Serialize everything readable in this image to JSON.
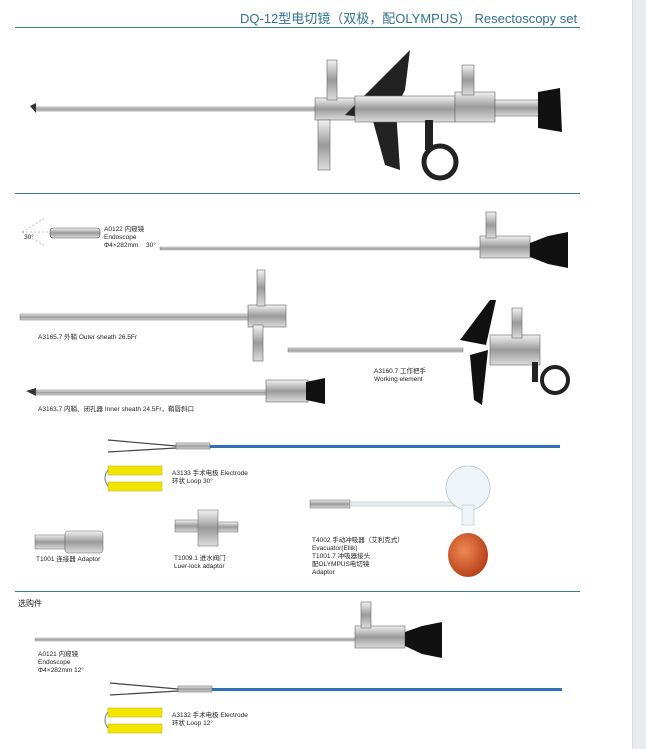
{
  "header": {
    "title": "DQ-12型电切镜（双极，配OLYMPUS） Resectoscopy set"
  },
  "parts": {
    "endoscope": {
      "angle_label": "30°",
      "code": "A0122 内窥镜",
      "name": "Endoscope",
      "size": "Φ4×282mm",
      "angle": "30°"
    },
    "outer_sheath": {
      "label": "A3165.7 外鞘 Outer sheath 26.5Fr"
    },
    "working_element": {
      "code": "A3160.7 工作把手",
      "name": "Working element"
    },
    "inner_sheath": {
      "label": "A3163.7 内鞘、闭孔器 Inner sheath 24.5Fr，鞘唇斜口"
    },
    "electrode": {
      "code": "A3133 手术电极 Electrode",
      "name": "环状 Loop 30°"
    },
    "adaptor": {
      "label": "T1001 连接器 Adaptor"
    },
    "luer_lock": {
      "code": "T1009.1 进水阀门",
      "name": "Luer-lock adaptor"
    },
    "evacuator": {
      "line1": "T4002 手动冲吸器（艾利克式）",
      "line2": "Evacuator(Ellik)",
      "line3": "T1001.7 冲吸器接头",
      "line4": "配OLYMPUS电切镜",
      "line5": "Adaptor"
    }
  },
  "optional": {
    "heading": "选购件",
    "endoscope": {
      "code": "A0121 内窥镜",
      "name": "Endoscope",
      "size": "Φ4×282mm 12°"
    },
    "electrode": {
      "code": "A3132 手术电极 Electrode",
      "name": "环状 Loop 12°"
    }
  },
  "colors": {
    "title": "#2f6f8f",
    "rule": "#3b7f7c",
    "electrode_yellow": "#f2e600",
    "electrode_blue": "#2f6fb5",
    "bulb": "#d45a2a"
  }
}
